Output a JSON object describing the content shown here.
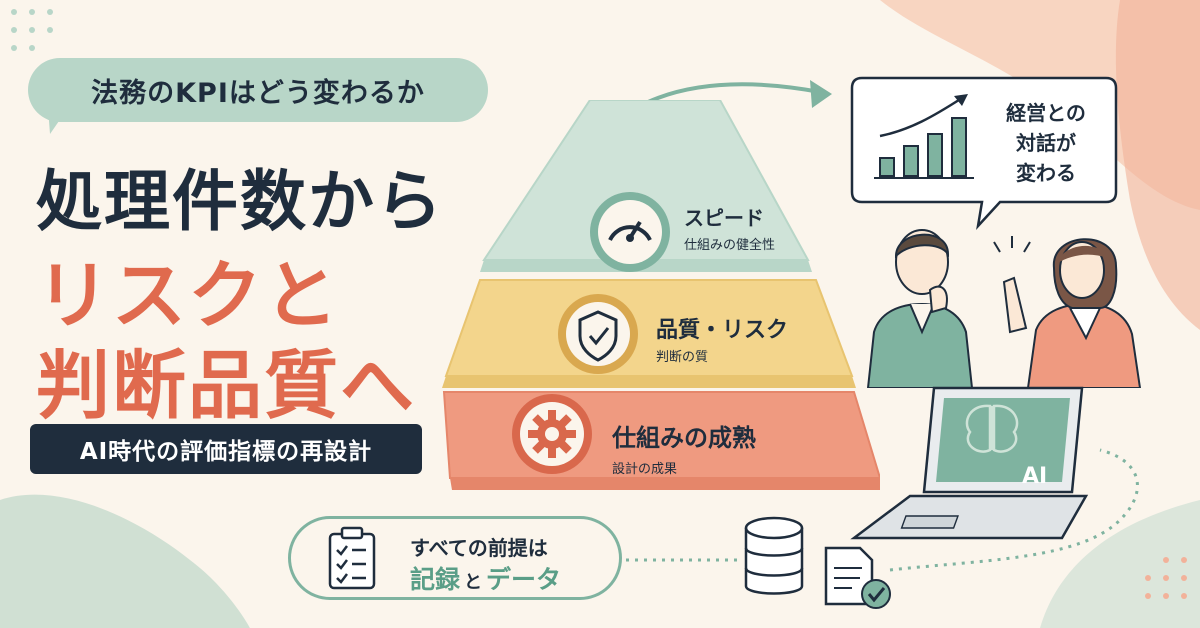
{
  "question_pill": "法務のKPIはどう変わるか",
  "headline": {
    "line1": "処理件数から",
    "line2": "リスクと",
    "line3": "判断品質へ"
  },
  "subtitle": "AI時代の評価指標の再設計",
  "pyramid": {
    "top": {
      "title": "スピード",
      "subtitle": "仕組みの健全性",
      "icon": "speedometer-icon",
      "color": "#cfe3d8"
    },
    "middle": {
      "title": "品質・リスク",
      "subtitle": "判断の質",
      "icon": "shield-check-icon",
      "color": "#f3d58c"
    },
    "bottom": {
      "title": "仕組みの成熟",
      "subtitle": "設計の成果",
      "icon": "gear-icon",
      "color": "#ef9a80"
    }
  },
  "speech_bubble": {
    "line1": "経営との",
    "line2": "対話が",
    "line3": "変わる"
  },
  "laptop_label": "AI",
  "data_pill": {
    "line1": "すべての前提は",
    "word1": "記録",
    "connector": "と",
    "word2": "データ"
  },
  "colors": {
    "navy": "#1f2d3d",
    "coral": "#e06a4e",
    "sage": "#b8d6c8",
    "teal": "#5a9e87",
    "background": "#fbf5ec"
  }
}
